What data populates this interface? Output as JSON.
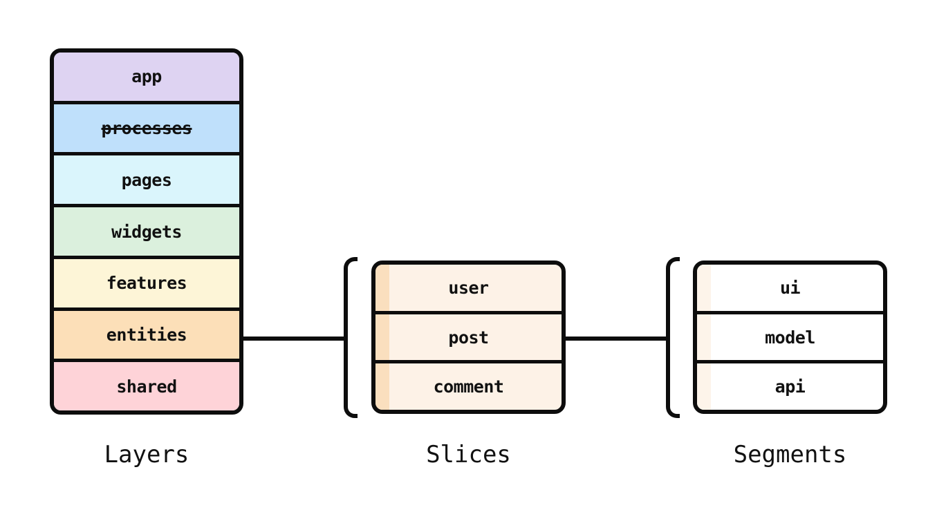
{
  "diagram": {
    "layers": {
      "title": "Layers",
      "items": [
        {
          "label": "app",
          "color": "#ded3f2",
          "strikethrough": false
        },
        {
          "label": "processes",
          "color": "#bfe0fb",
          "strikethrough": true
        },
        {
          "label": "pages",
          "color": "#daf5fc",
          "strikethrough": false
        },
        {
          "label": "widgets",
          "color": "#dbf0dd",
          "strikethrough": false
        },
        {
          "label": "features",
          "color": "#fdf5d7",
          "strikethrough": false
        },
        {
          "label": "entities",
          "color": "#fcdfb8",
          "strikethrough": false
        },
        {
          "label": "shared",
          "color": "#fed3d8",
          "strikethrough": false
        }
      ]
    },
    "slices": {
      "title": "Slices",
      "row_color": "#fdf2e7",
      "stripe_color": "#fadfbe",
      "items": [
        {
          "label": "user"
        },
        {
          "label": "post"
        },
        {
          "label": "comment"
        }
      ]
    },
    "segments": {
      "title": "Segments",
      "row_color": "#ffffff",
      "stripe_color": "#fdf4ea",
      "items": [
        {
          "label": "ui"
        },
        {
          "label": "model"
        },
        {
          "label": "api"
        }
      ]
    },
    "colors": {
      "outline": "#0d0d0d",
      "text": "#111111",
      "page_background": "#ffffff"
    }
  }
}
